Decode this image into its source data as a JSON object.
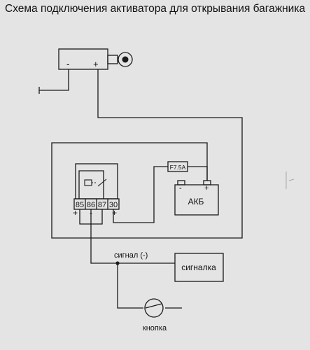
{
  "title": "Схема подключения активатора для открывания багажника",
  "actuator": {
    "minus_label": "-",
    "plus_label": "+"
  },
  "relay": {
    "terminals": [
      "85",
      "86",
      "87",
      "30"
    ],
    "polarity": [
      "+",
      "-",
      "+"
    ]
  },
  "fuse": {
    "label": "F7.5A"
  },
  "battery": {
    "label": "АКБ",
    "minus_label": "-",
    "plus_label": "+"
  },
  "signal_label": "сигнал (-)",
  "alarm": {
    "label": "сигналка"
  },
  "button": {
    "label": "кнопка"
  }
}
